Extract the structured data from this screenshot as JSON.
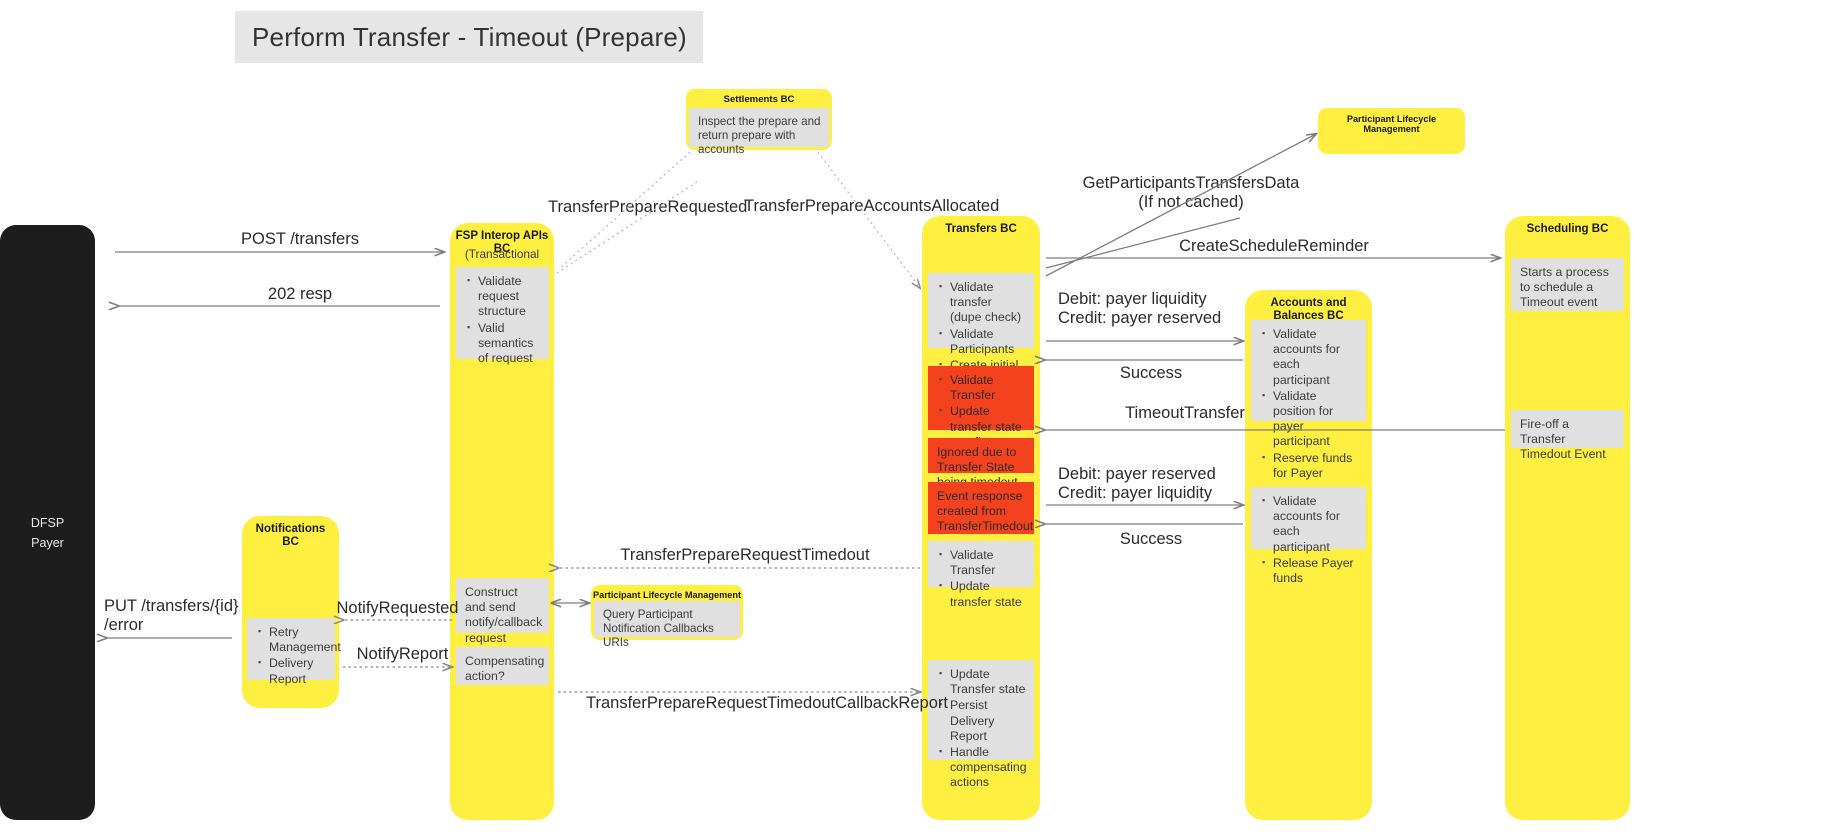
{
  "page": {
    "title": "Perform Transfer - Timeout (Prepare)"
  },
  "actors": {
    "dfsp": {
      "line1": "DFSP",
      "line2": "Payer"
    },
    "notifications_bc": {
      "title": "Notifications BC"
    },
    "fsp_interop_bc": {
      "title": "FSP Interop APIs BC"
    },
    "transfers_bc": {
      "title": "Transfers BC"
    },
    "accounts_balances_bc": {
      "title": "Accounts and Balances BC"
    },
    "scheduling_bc": {
      "title": "Scheduling BC"
    },
    "settlements_bc": {
      "title": "Settlements BC"
    },
    "participant_lifecycle_top": {
      "title": "Participant Lifecycle Management"
    },
    "participant_lifecycle_mid": {
      "title": "Participant Lifecycle Management"
    }
  },
  "activities": {
    "settlements_inspect": "Inspect the prepare and return prepare with accounts",
    "fsp_transactional_apis": "(Transactional APIs)",
    "fsp_validate": [
      "Validate request structure",
      "Valid semantics of request"
    ],
    "fsp_construct": "Construct and send notify/callback request",
    "fsp_compensating": "Compensating action?",
    "notifications_items": [
      "Retry Management",
      "Delivery Report"
    ],
    "plm_query": "Query Participant Notification Callbacks URIs",
    "transfers_validate": [
      "Validate transfer (dupe check)",
      "Validate Participants",
      "Create initial state"
    ],
    "transfers_timeout_red": [
      "Validate Transfer",
      "Update transfer state to reflect Timeout"
    ],
    "transfers_ignored_red": "Ignored due to Transfer State being timedout",
    "transfers_event_red": "Event response created from TransferTimedout",
    "transfers_validate2": [
      "Validate Transfer",
      "Update transfer state"
    ],
    "transfers_update3": [
      "Update Transfer state",
      "Persist Delivery Report",
      "Handle compensating actions"
    ],
    "ab_reserve": [
      "Validate accounts for each participant",
      "Validate position for payer participant",
      "Reserve funds for Payer"
    ],
    "ab_release": [
      "Validate accounts for each participant",
      "Release Payer funds"
    ],
    "sched_start": "Starts a process to schedule a Timeout event",
    "sched_fire": "Fire-off a Transfer Timedout Event"
  },
  "messages": {
    "post_transfers": "POST /transfers",
    "resp_202": "202 resp",
    "put_transfers_error": "PUT /transfers/{id}\n/error",
    "transfer_prepare_requested": "TransferPrepareRequested",
    "transfer_prepare_accounts_allocated": "TransferPrepareAccountsAllocated",
    "get_participants_transfers_data": "GetParticipantsTransfersData\n(If not cached)",
    "create_schedule_reminder": "CreateScheduleReminder",
    "debit_credit_reserve": "Debit: payer liquidity\nCredit: payer reserved",
    "success_1": "Success",
    "timeout_transfer": "TimeoutTransfer",
    "debit_credit_release": "Debit: payer reserved\nCredit: payer liquidity",
    "success_2": "Success",
    "transfer_prepare_request_timedout": "TransferPrepareRequestTimedout",
    "notify_requested": "NotifyRequested",
    "notify_report": "NotifyReport",
    "transfer_prepare_request_timedout_callback_report": "TransferPrepareRequestTimedoutCallbackReport"
  },
  "colors": {
    "lane": "#ffef40",
    "activity": "#e0e0e0",
    "error": "#f4411e",
    "dark_actor": "#1d1d1d",
    "title_chip": "#e6e6e6",
    "wire": "#7d7d7d"
  }
}
